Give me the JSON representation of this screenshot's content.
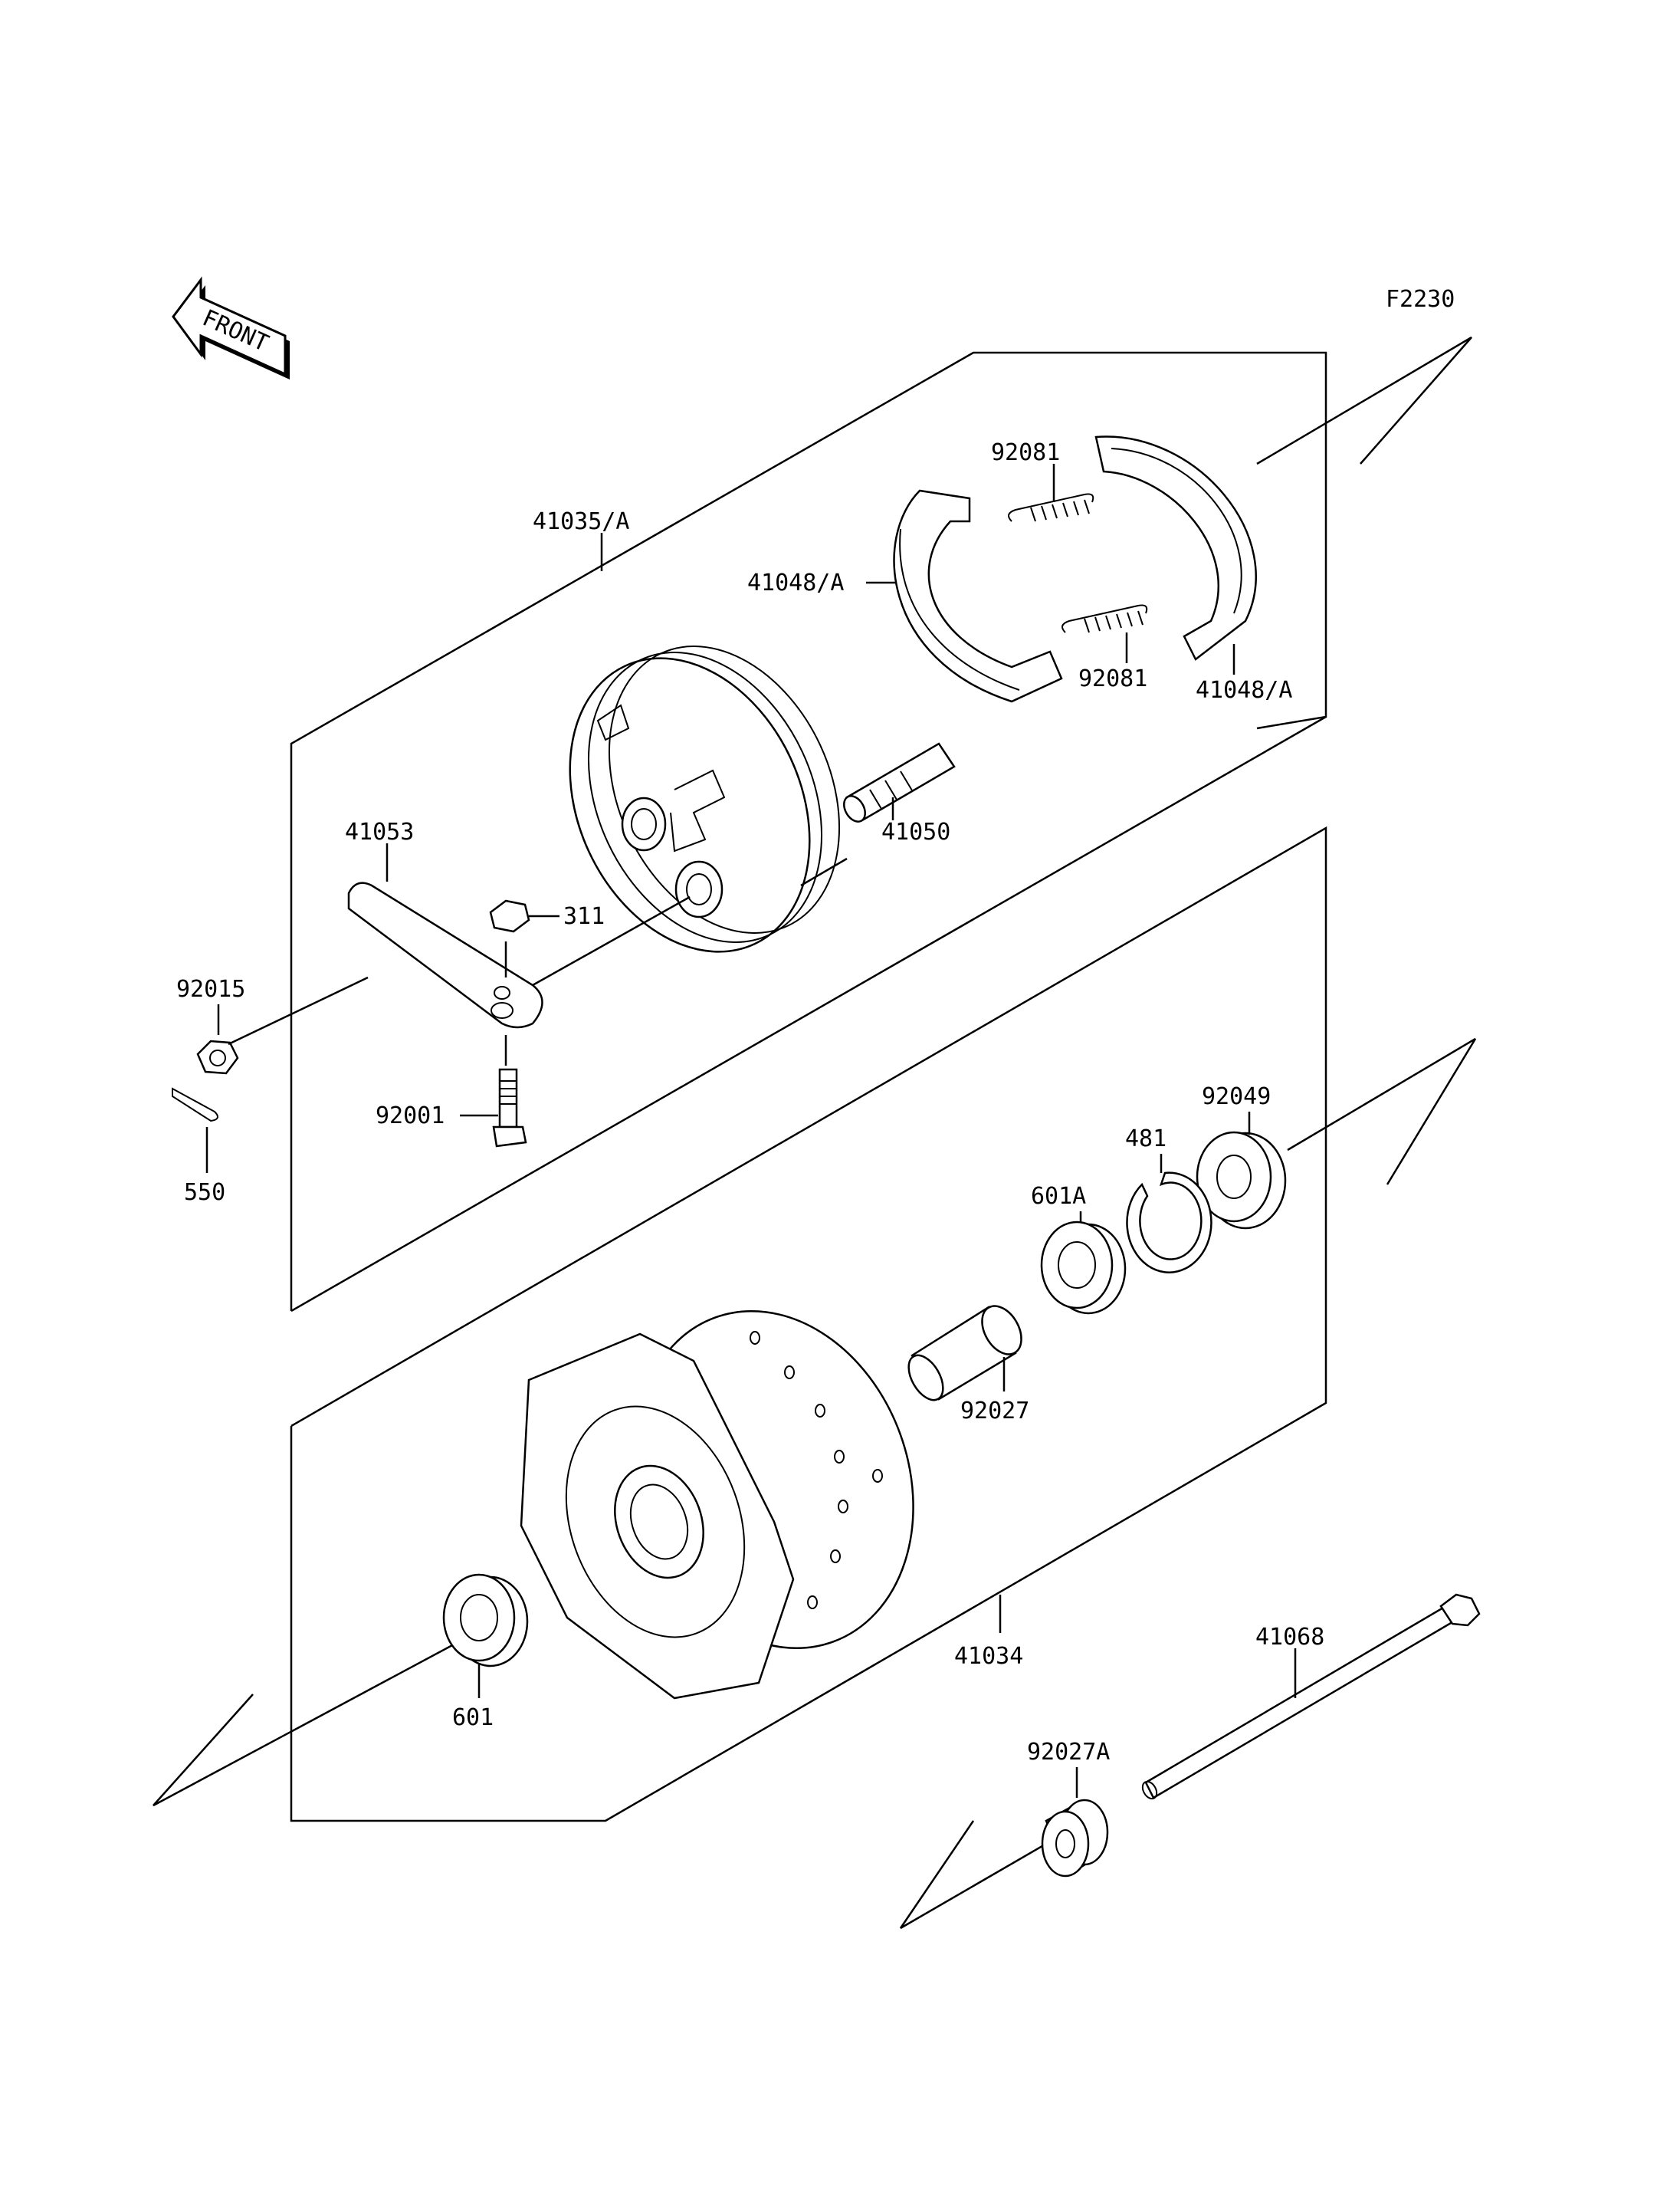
{
  "figure_code": "F2230",
  "front_arrow": {
    "label": "FRONT",
    "icon": "front-arrow-icon"
  },
  "parts": [
    {
      "id": "41035-A",
      "label": "41035/A"
    },
    {
      "id": "92081-top",
      "label": "92081"
    },
    {
      "id": "41048-A-left",
      "label": "41048/A"
    },
    {
      "id": "92081-bottom",
      "label": "92081"
    },
    {
      "id": "41048-A-right",
      "label": "41048/A"
    },
    {
      "id": "41053",
      "label": "41053"
    },
    {
      "id": "41050",
      "label": "41050"
    },
    {
      "id": "311",
      "label": "311"
    },
    {
      "id": "92015",
      "label": "92015"
    },
    {
      "id": "92001",
      "label": "92001"
    },
    {
      "id": "550",
      "label": "550"
    },
    {
      "id": "92049",
      "label": "92049"
    },
    {
      "id": "481",
      "label": "481"
    },
    {
      "id": "601A",
      "label": "601A"
    },
    {
      "id": "92027",
      "label": "92027"
    },
    {
      "id": "41034",
      "label": "41034"
    },
    {
      "id": "41068",
      "label": "41068"
    },
    {
      "id": "601",
      "label": "601"
    },
    {
      "id": "92027A",
      "label": "92027A"
    }
  ]
}
